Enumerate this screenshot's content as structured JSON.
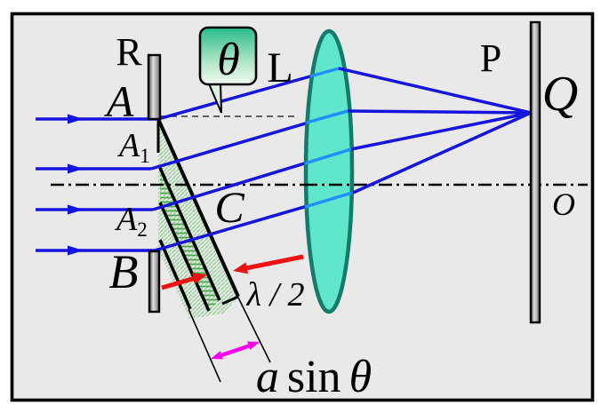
{
  "diagram": {
    "labels": {
      "aperture_plate": "R",
      "slit_edge_top": "A",
      "zone_point_1_base": "A",
      "zone_point_1_sub": "1",
      "zone_point_2_base": "A",
      "zone_point_2_sub": "2",
      "slit_edge_bottom": "B",
      "wavefront_foot": "C",
      "lens": "L",
      "screen": "P",
      "focus_point": "Q",
      "axis_origin": "O",
      "diffraction_angle": "θ"
    },
    "formulas": {
      "half_wavelength": "λ / 2",
      "path_difference_coeff": "a",
      "path_difference_func": "sin",
      "path_difference_angle": "θ"
    },
    "colors": {
      "background": "#e9e9e9",
      "frame": "#000000",
      "ray": "#1515dd",
      "ray_in_lens": "#1e90ff",
      "lens_fill": "#5fe6cb",
      "lens_edge": "#147a6b",
      "annotation_red": "#ee1111",
      "annotation_magenta": "#ff00ee",
      "hatch_light_green": "#8fce8f",
      "hatch_dark_green": "#49a649",
      "callout_green_top": "#2abc8d",
      "callout_green_mid": "#bae8cc",
      "callout_green_bottom": "#f0faf2"
    }
  }
}
